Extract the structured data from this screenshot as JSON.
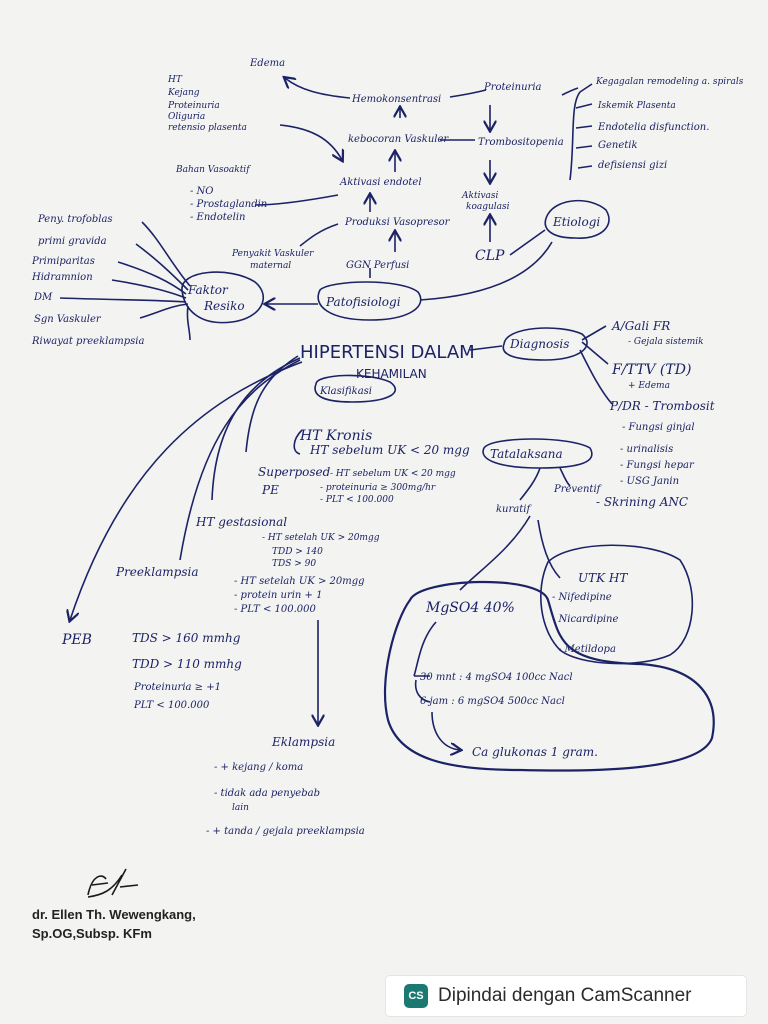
{
  "pathophysiology": {
    "edema": "Edema",
    "hemokonsentrasi": "Hemokonsentrasi",
    "proteinuria_top": "Proteinuria",
    "kebocoran": "kebocoran Vaskuler",
    "trombositopenia": "Trombositopenia",
    "aktivasi_endotel": "Aktivasi endotel",
    "aktivasi_koagulasi_1": "Aktivasi",
    "aktivasi_koagulasi_2": "koagulasi",
    "produksi_vasopresor": "Produksi Vasopresor",
    "penyakit_vaskuler_1": "Penyakit Vaskuler",
    "penyakit_vaskuler_2": "maternal",
    "ggn_perfusi": "GGN Perfusi",
    "clp": "CLP",
    "bahan_vasoaktif": "Bahan Vasoaktif",
    "vasoaktif_items": [
      "- NO",
      "- Prostaglandin",
      "- Endotelin"
    ],
    "ht_list": [
      "HT",
      "Kejang",
      "Proteinuria",
      "Oliguria",
      "retensio plasenta"
    ],
    "patofisiologi": "Patofisiologi"
  },
  "etiologi": {
    "label": "Etiologi",
    "items": [
      "Kegagalan remodeling a. spirals",
      "Iskemik Plasenta",
      "Endotelia disfunction.",
      "Genetik",
      "defisiensi gizi"
    ]
  },
  "faktor_resiko": {
    "label_1": "Faktor",
    "label_2": "Resiko",
    "items": [
      "Peny. trofoblas",
      "primi gravida",
      "Primiparitas",
      "Hidramnion",
      "DM",
      "Sgn Vaskuler",
      "Riwayat preeklampsia"
    ]
  },
  "center": {
    "title_1": "HIPERTENSI DALAM",
    "title_2": "KEHAMILAN",
    "klasifikasi": "Klasifikasi"
  },
  "diagnosis": {
    "label": "Diagnosis",
    "a_gali": "A/Gali FR",
    "a_sub": "- Gejala sistemik",
    "f_ttv": "F/TTV (TD)",
    "f_edema": "+ Edema",
    "p_dr": "P/DR - Trombosit",
    "p_items": [
      "- Fungsi ginjal",
      "- urinalisis",
      "- Fungsi hepar",
      "- USG Janin"
    ]
  },
  "klasifikasi": {
    "ht_kronis": "HT Kronis",
    "ht_kronis_sub": "HT sebelum UK < 20 mgg",
    "superposed_1": "Superposed",
    "superposed_2": "PE",
    "superposed_items": [
      "- HT sebelum UK < 20 mgg",
      "- proteinuria ≥ 300mg/hr",
      "- PLT < 100.000"
    ],
    "ht_gestasional": "HT gestasional",
    "gestasional_items": [
      "- HT setelah UK > 20mgg",
      "TDD > 140",
      "TDS > 90"
    ],
    "preeklampsia": "Preeklampsia",
    "preeklampsia_items": [
      "- HT setelah UK > 20mgg",
      "- protein urin + 1",
      "- PLT < 100.000"
    ],
    "peb": "PEB",
    "peb_items": [
      "TDS > 160 mmhg",
      "TDD > 110 mmhg",
      "Proteinuria ≥ +1",
      "PLT < 100.000"
    ],
    "eklampsia": "Eklampsia",
    "eklampsia_items": [
      "- + kejang / koma",
      "- tidak ada penyebab",
      "lain",
      "- + tanda / gejala preeklampsia"
    ]
  },
  "tatalaksana": {
    "label": "Tatalaksana",
    "preventif": "Preventif",
    "skrining": "- Skrining ANC",
    "kuratif": "kuratif",
    "mgso4": "MgSO4 40%",
    "dose_1": "30 mnt : 4 mgSO4 100cc Nacl",
    "dose_2": "6 jam : 6 mgSO4 500cc Nacl",
    "antidote": "Ca glukonas 1 gram.",
    "utk_ht": "UTK HT",
    "drugs": [
      "- Nifedipine",
      "- Nicardipine",
      "- Metildopa"
    ]
  },
  "footer": {
    "author_1": "dr. Ellen Th. Wewengkang,",
    "author_2": "Sp.OG,Subsp. KFm",
    "scanner": "Dipindai dengan CamScanner",
    "scanner_icon": "CS"
  }
}
